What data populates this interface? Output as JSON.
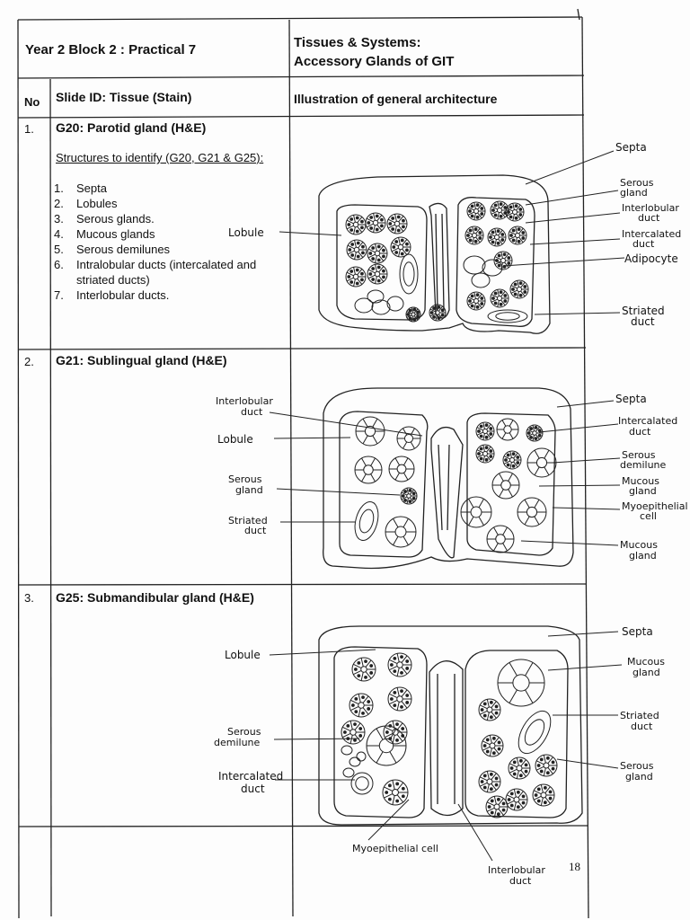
{
  "header": {
    "title": "Year 2 Block 2 : Practical 7",
    "topic_line1": "Tissues & Systems:",
    "topic_line2": "Accessory Glands of GIT",
    "col_no": "No",
    "col_slide": "Slide ID: Tissue (Stain)",
    "col_illustration": "Illustration of general architecture"
  },
  "rows": [
    {
      "no": "1.",
      "title": "G20: Parotid gland (H&E)",
      "structures_heading": "Structures to identify (G20, G21 & G25):",
      "structures": [
        {
          "n": "1.",
          "text": "Septa"
        },
        {
          "n": "2.",
          "text": "Lobules"
        },
        {
          "n": "3.",
          "text": "Serous glands."
        },
        {
          "n": "4.",
          "text": "Mucous glands"
        },
        {
          "n": "5.",
          "text": "Serous demilunes"
        },
        {
          "n": "6.",
          "text": "Intralobular ducts (intercalated and"
        },
        {
          "n": "",
          "text": "striated ducts)"
        },
        {
          "n": "7.",
          "text": "Interlobular ducts."
        }
      ],
      "labels": {
        "lobule": "Lobule",
        "septa": "Septa",
        "serous_gland": [
          "Serous",
          "gland"
        ],
        "interlobular_duct": [
          "Interlobular",
          "duct"
        ],
        "intercalated_duct": [
          "Intercalated",
          "duct"
        ],
        "adipocyte": "Adipocyte",
        "striated_duct": [
          "Striated",
          "duct"
        ]
      }
    },
    {
      "no": "2.",
      "title": "G21: Sublingual gland (H&E)",
      "labels": {
        "interlobular_duct": [
          "Interlobular",
          "duct"
        ],
        "lobule": "Lobule",
        "serous_gland": [
          "Serous",
          "gland"
        ],
        "striated_duct": [
          "Striated",
          "duct"
        ],
        "septa": "Septa",
        "intercalated_duct": [
          "Intercalated",
          "duct"
        ],
        "serous_demilune": [
          "Serous",
          "demilune"
        ],
        "mucous_gland_1": [
          "Mucous",
          "gland"
        ],
        "myoepithelial_cell": [
          "Myoepithelial",
          "cell"
        ],
        "mucous_gland_2": [
          "Mucous",
          "gland"
        ]
      }
    },
    {
      "no": "3.",
      "title": "G25: Submandibular gland (H&E)",
      "labels": {
        "lobule": "Lobule",
        "serous_demilune": [
          "Serous",
          "demilune"
        ],
        "intercalated_duct": [
          "Intercalated",
          "duct"
        ],
        "myoepithelial_cell": "Myoepithelial cell",
        "interlobular_duct": [
          "Interlobular",
          "duct"
        ],
        "septa": "Septa",
        "mucous_gland": [
          "Mucous",
          "gland"
        ],
        "striated_duct": [
          "Striated",
          "duct"
        ],
        "serous_gland": [
          "Serous",
          "gland"
        ]
      }
    }
  ],
  "page_number": "18"
}
